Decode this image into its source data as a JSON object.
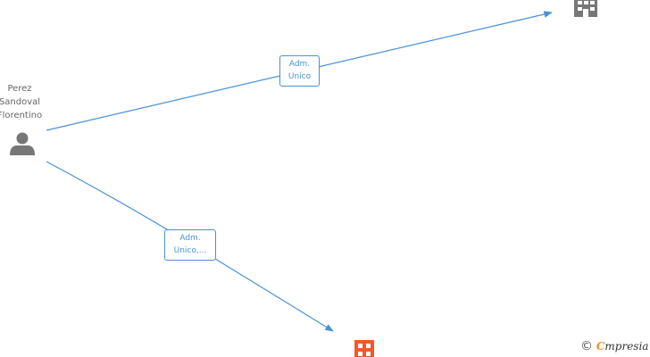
{
  "person": {
    "name_lines": [
      "Perez",
      "Sandoval",
      "Florentino"
    ],
    "icon": "person-icon"
  },
  "companies": [
    {
      "icon": "building-icon",
      "color": "#777777"
    },
    {
      "icon": "building-icon",
      "color": "#f05a28"
    }
  ],
  "relations": [
    {
      "label_lines": [
        "Adm.",
        "Unico"
      ]
    },
    {
      "label_lines": [
        "Adm.",
        "Unico,..."
      ]
    }
  ],
  "watermark": {
    "copyright_symbol": "©",
    "brand_initial": "C",
    "brand_rest": "mpresia"
  },
  "colors": {
    "edge": "#4a90d9",
    "person": "#777777",
    "company_gray": "#777777",
    "company_highlight": "#f05a28"
  }
}
